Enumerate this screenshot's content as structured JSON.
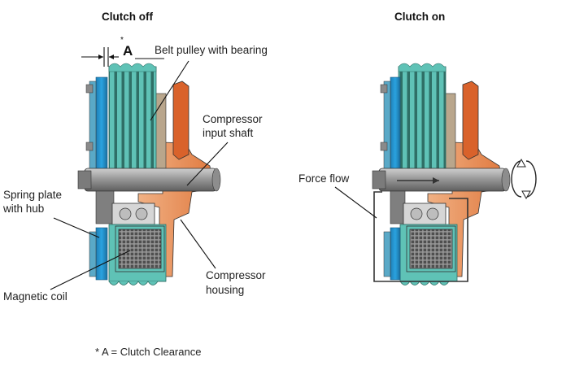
{
  "titles": {
    "clutch_off": "Clutch off",
    "clutch_on": "Clutch on"
  },
  "labels": {
    "asterisk": "*",
    "clearance_letter": "A",
    "belt_pulley": "Belt pulley with bearing",
    "input_shaft_line1": "Compressor",
    "input_shaft_line2": "input shaft",
    "spring_plate_line1": "Spring plate",
    "spring_plate_line2": "with hub",
    "magnetic_coil": "Magnetic coil",
    "housing_line1": "Compressor",
    "housing_line2": "housing",
    "force_flow": "Force flow"
  },
  "footnote": "* A = Clutch Clearance",
  "colors": {
    "pulley_teal": "#5fc2b6",
    "pulley_dark": "#2f6f66",
    "spring_plate_blue": "#2aa3e0",
    "housing_orange": "#e98b53",
    "housing_light": "#f1b184",
    "hub_orange": "#d9622b",
    "shaft_gray": "#9a9a9a",
    "coil_gray": "#6e6e6e",
    "bearing_tan": "#b9a68c",
    "outline": "#333333"
  }
}
